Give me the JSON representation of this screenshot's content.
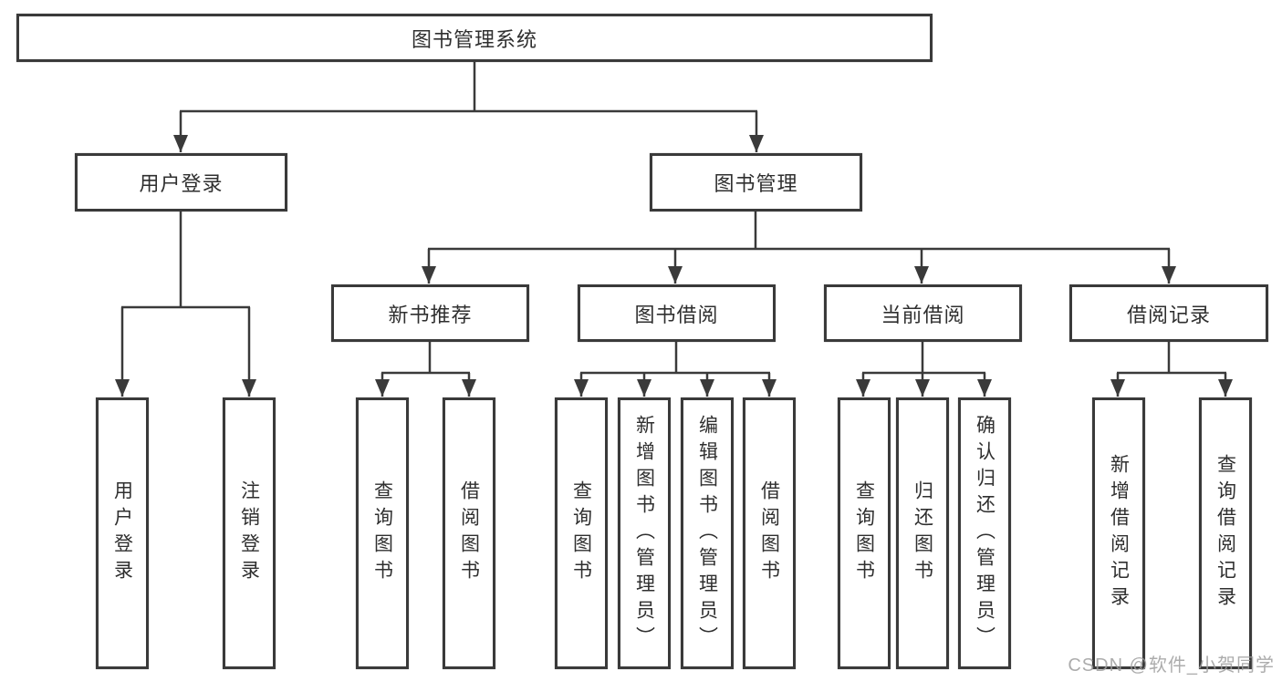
{
  "colors": {
    "line": "#3a3a3a",
    "border": "#3a3a3a",
    "text": "#2f2f2f",
    "watermark": "#9e9e9e"
  },
  "watermark": "CSDN @软件_小贺同学",
  "tree": {
    "root": {
      "label": "图书管理系统",
      "children": [
        {
          "label": "用户登录",
          "children": [
            {
              "label": "用户登录"
            },
            {
              "label": "注销登录"
            }
          ]
        },
        {
          "label": "图书管理",
          "children": [
            {
              "label": "新书推荐",
              "children": [
                {
                  "label": "查询图书"
                },
                {
                  "label": "借阅图书"
                }
              ]
            },
            {
              "label": "图书借阅",
              "children": [
                {
                  "label": "查询图书"
                },
                {
                  "label": "新增图书（管理员）"
                },
                {
                  "label": "编辑图书（管理员）"
                },
                {
                  "label": "借阅图书"
                }
              ]
            },
            {
              "label": "当前借阅",
              "children": [
                {
                  "label": "查询图书"
                },
                {
                  "label": "归还图书"
                },
                {
                  "label": "确认归还（管理员）"
                }
              ]
            },
            {
              "label": "借阅记录",
              "children": [
                {
                  "label": "新增借阅记录"
                },
                {
                  "label": "查询借阅记录"
                }
              ]
            }
          ]
        }
      ]
    }
  }
}
